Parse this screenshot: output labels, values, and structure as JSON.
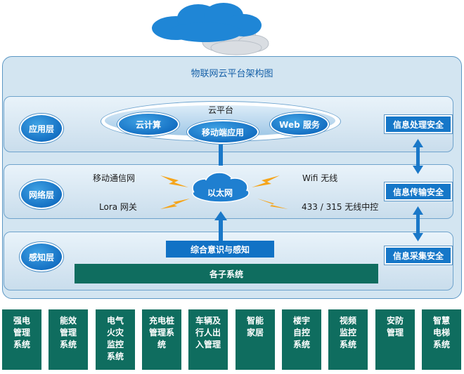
{
  "diagram": {
    "title": "物联网云平台架构图",
    "layers": {
      "application": "应用层",
      "network": "网络层",
      "perception": "感知层"
    },
    "cloud_platform": {
      "label": "云平台",
      "cloud_computing": "云计算",
      "mobile_app": "移动端应用",
      "web_service": "Web 服务"
    },
    "network": {
      "mobile_network": "移动通信网",
      "lora": "Lora 网关",
      "wifi": "Wifi 无线",
      "wireless_433": "433 / 315 无线中控",
      "ethernet": "以太网"
    },
    "perception": {
      "integrated": "综合意识与感知",
      "subsystems": "各子系统"
    },
    "security": {
      "processing": "信息处理安全",
      "transmission": "信息传输安全",
      "collection": "信息采集安全"
    },
    "systems": [
      "强电\n管理\n系统",
      "能效\n管理\n系统",
      "电气\n火灾\n监控\n系统",
      "充电桩\n管理系\n统",
      "车辆及\n行人出\n入管理",
      "智能\n家居",
      "楼宇\n自控\n系统",
      "视频\n监控\n系统",
      "安防\n管理",
      "智慧\n电梯\n系统"
    ],
    "colors": {
      "layer_blue": "#1571c4",
      "dark_green": "#0f6d5f",
      "arrow_orange": "#f5a51c",
      "arrow_blue": "#1a78c8"
    }
  }
}
